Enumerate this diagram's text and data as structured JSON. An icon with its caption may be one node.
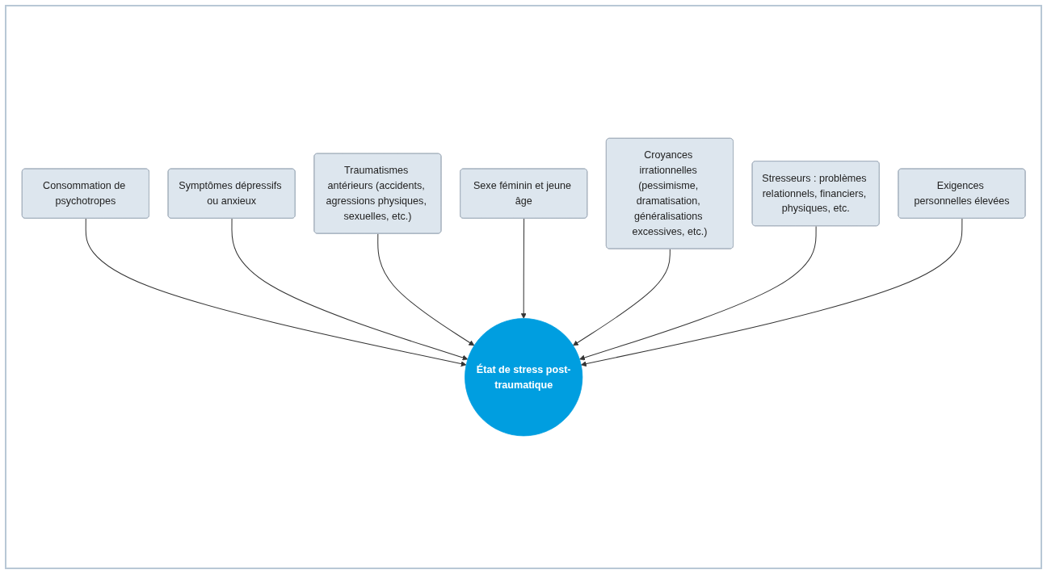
{
  "diagram": {
    "nodes": [
      {
        "text": [
          "Consommation de psychotropes"
        ]
      },
      {
        "text": [
          "Symptômes dépressifs ou anxieux"
        ]
      },
      {
        "text": [
          "Traumatismes antérieurs (accidents, agressions physiques, sexuelles, etc.)"
        ]
      },
      {
        "text": [
          "Sexe féminin et jeune âge"
        ]
      },
      {
        "text": [
          "Croyances irrationnelles (pessimisme, dramatisation, généralisations excessives, etc.)"
        ]
      },
      {
        "text": [
          "Stresseurs : problèmes relationnels, financiers, physiques, etc."
        ]
      },
      {
        "text": [
          "État de stress post-traumatique"
        ]
      },
      {
        "text": [
          "Exigences personnelles élevées"
        ]
      }
    ],
    "edges": [
      {
        "from": 0,
        "to": 6,
        "arrow": "to"
      },
      {
        "from": 1,
        "to": 6,
        "arrow": "to"
      },
      {
        "from": 2,
        "to": 6,
        "arrow": "to"
      },
      {
        "from": 3,
        "to": 6,
        "arrow": "to"
      },
      {
        "from": 4,
        "to": 6,
        "arrow": "to"
      },
      {
        "from": 5,
        "to": 6,
        "arrow": "to"
      },
      {
        "from": 7,
        "to": 6,
        "arrow": "to"
      }
    ]
  }
}
